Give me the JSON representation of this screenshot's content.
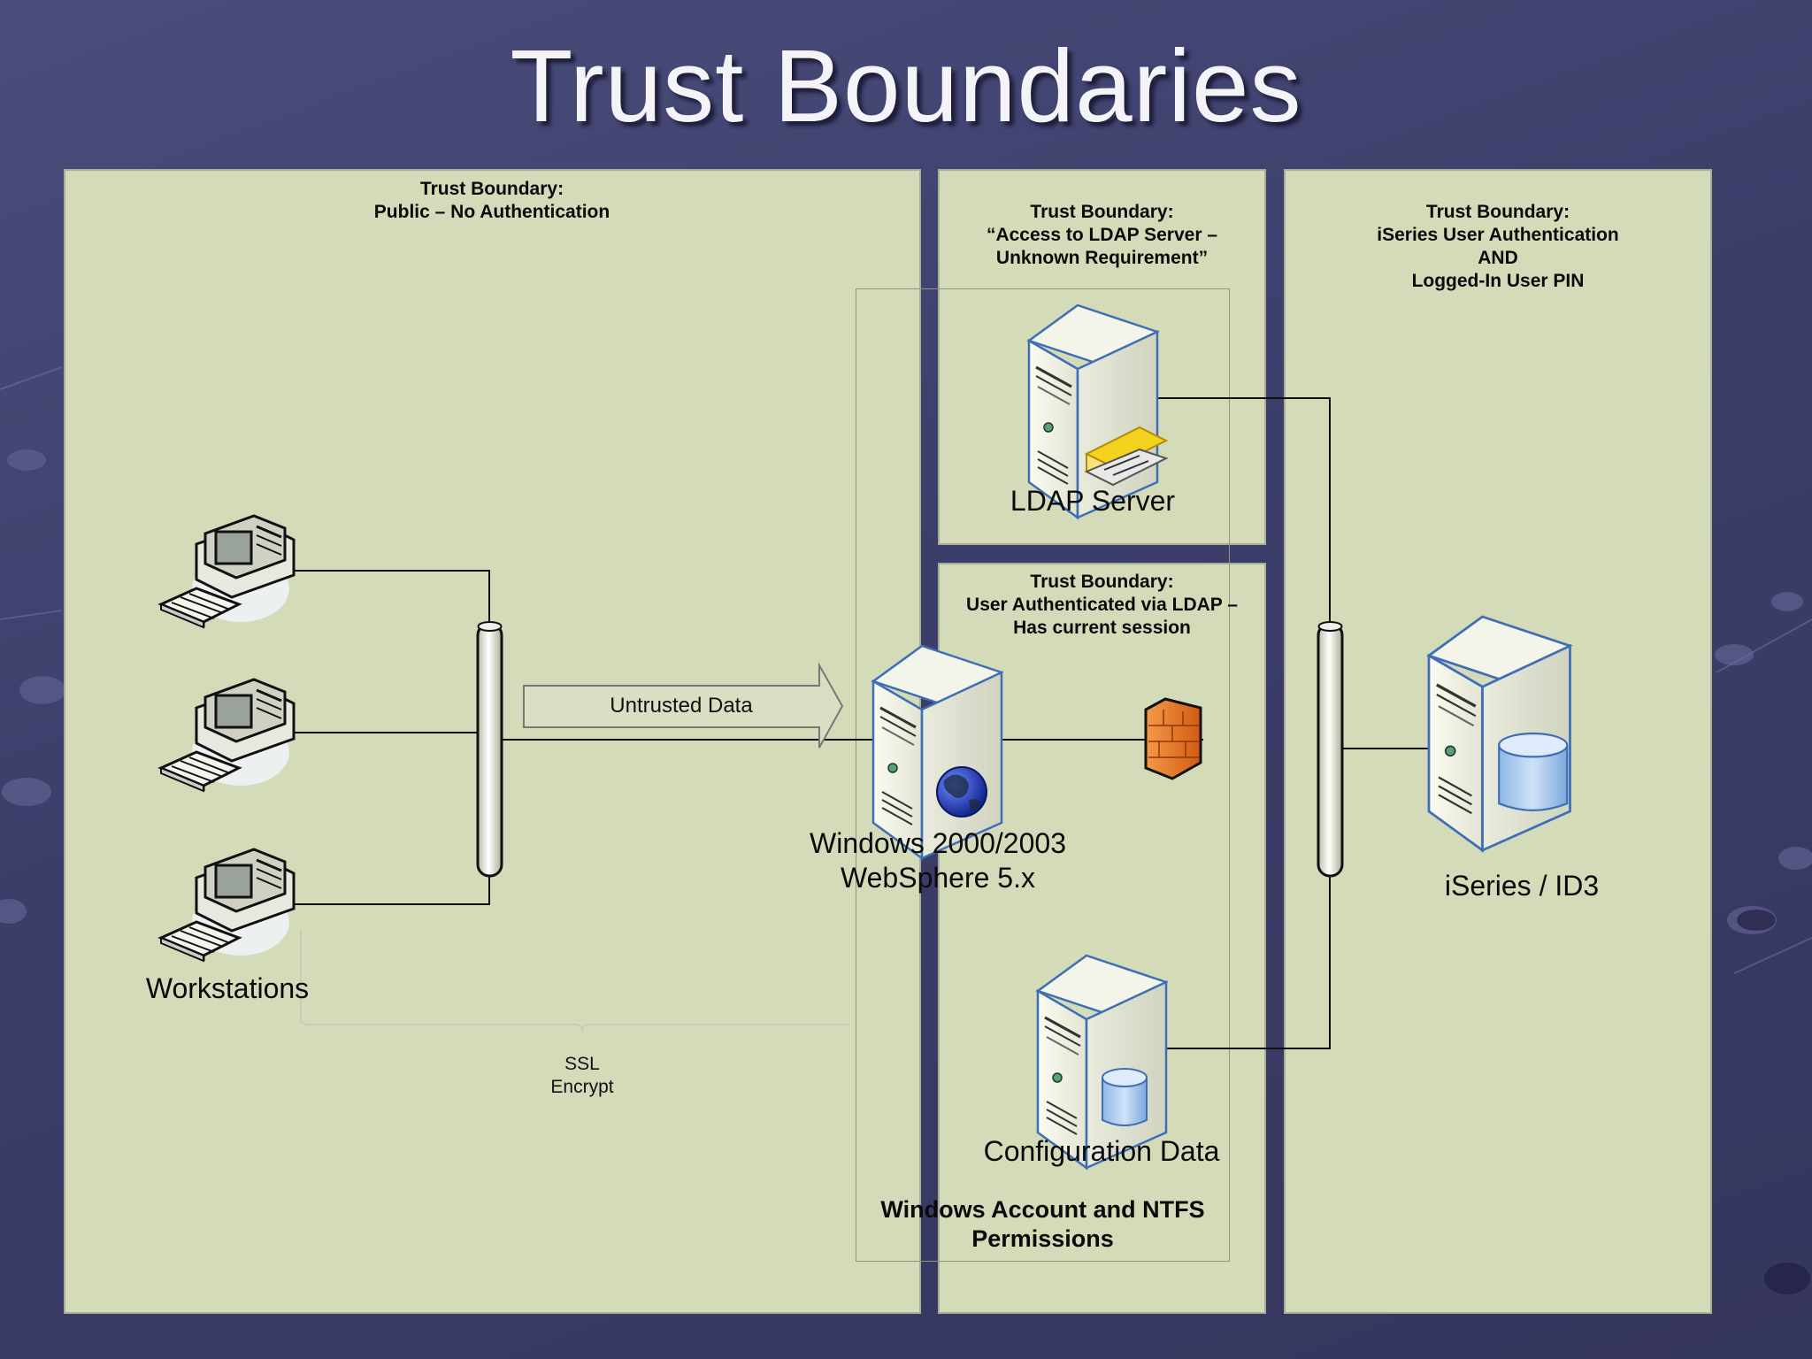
{
  "title": "Trust Boundaries",
  "panels": {
    "public": {
      "line1": "Trust Boundary:",
      "line2": "Public – No Authentication"
    },
    "ldap_access": {
      "line1": "Trust Boundary:",
      "line2": "“Access to LDAP Server –",
      "line3": "Unknown Requirement”"
    },
    "ldap_auth": {
      "line1": "Trust Boundary:",
      "line2": "User Authenticated via LDAP –",
      "line3": "Has current session"
    },
    "iseries": {
      "line1": "Trust Boundary:",
      "line2": "iSeries User Authentication",
      "line3": "AND",
      "line4": "Logged-In User PIN"
    }
  },
  "nodes": {
    "workstations": "Workstations",
    "ldap_server": "LDAP Server",
    "websphere_line1": "Windows 2000/2003",
    "websphere_line2": "WebSphere 5.x",
    "config_data": "Configuration Data",
    "iseries": "iSeries / ID3"
  },
  "annotations": {
    "untrusted_data": "Untrusted Data",
    "ssl_line1": "SSL",
    "ssl_line2": "Encrypt",
    "ntfs_line1": "Windows Account and NTFS",
    "ntfs_line2": "Permissions"
  },
  "colors": {
    "panel_fill": "#d4dbb9",
    "background": "#3c3e6a",
    "firewall": "#f07a22",
    "globe": "#1f3fbf"
  },
  "icons": [
    "workstation-icon",
    "server-icon",
    "firewall-icon",
    "globe-icon",
    "database-icon",
    "network-bus-icon"
  ]
}
